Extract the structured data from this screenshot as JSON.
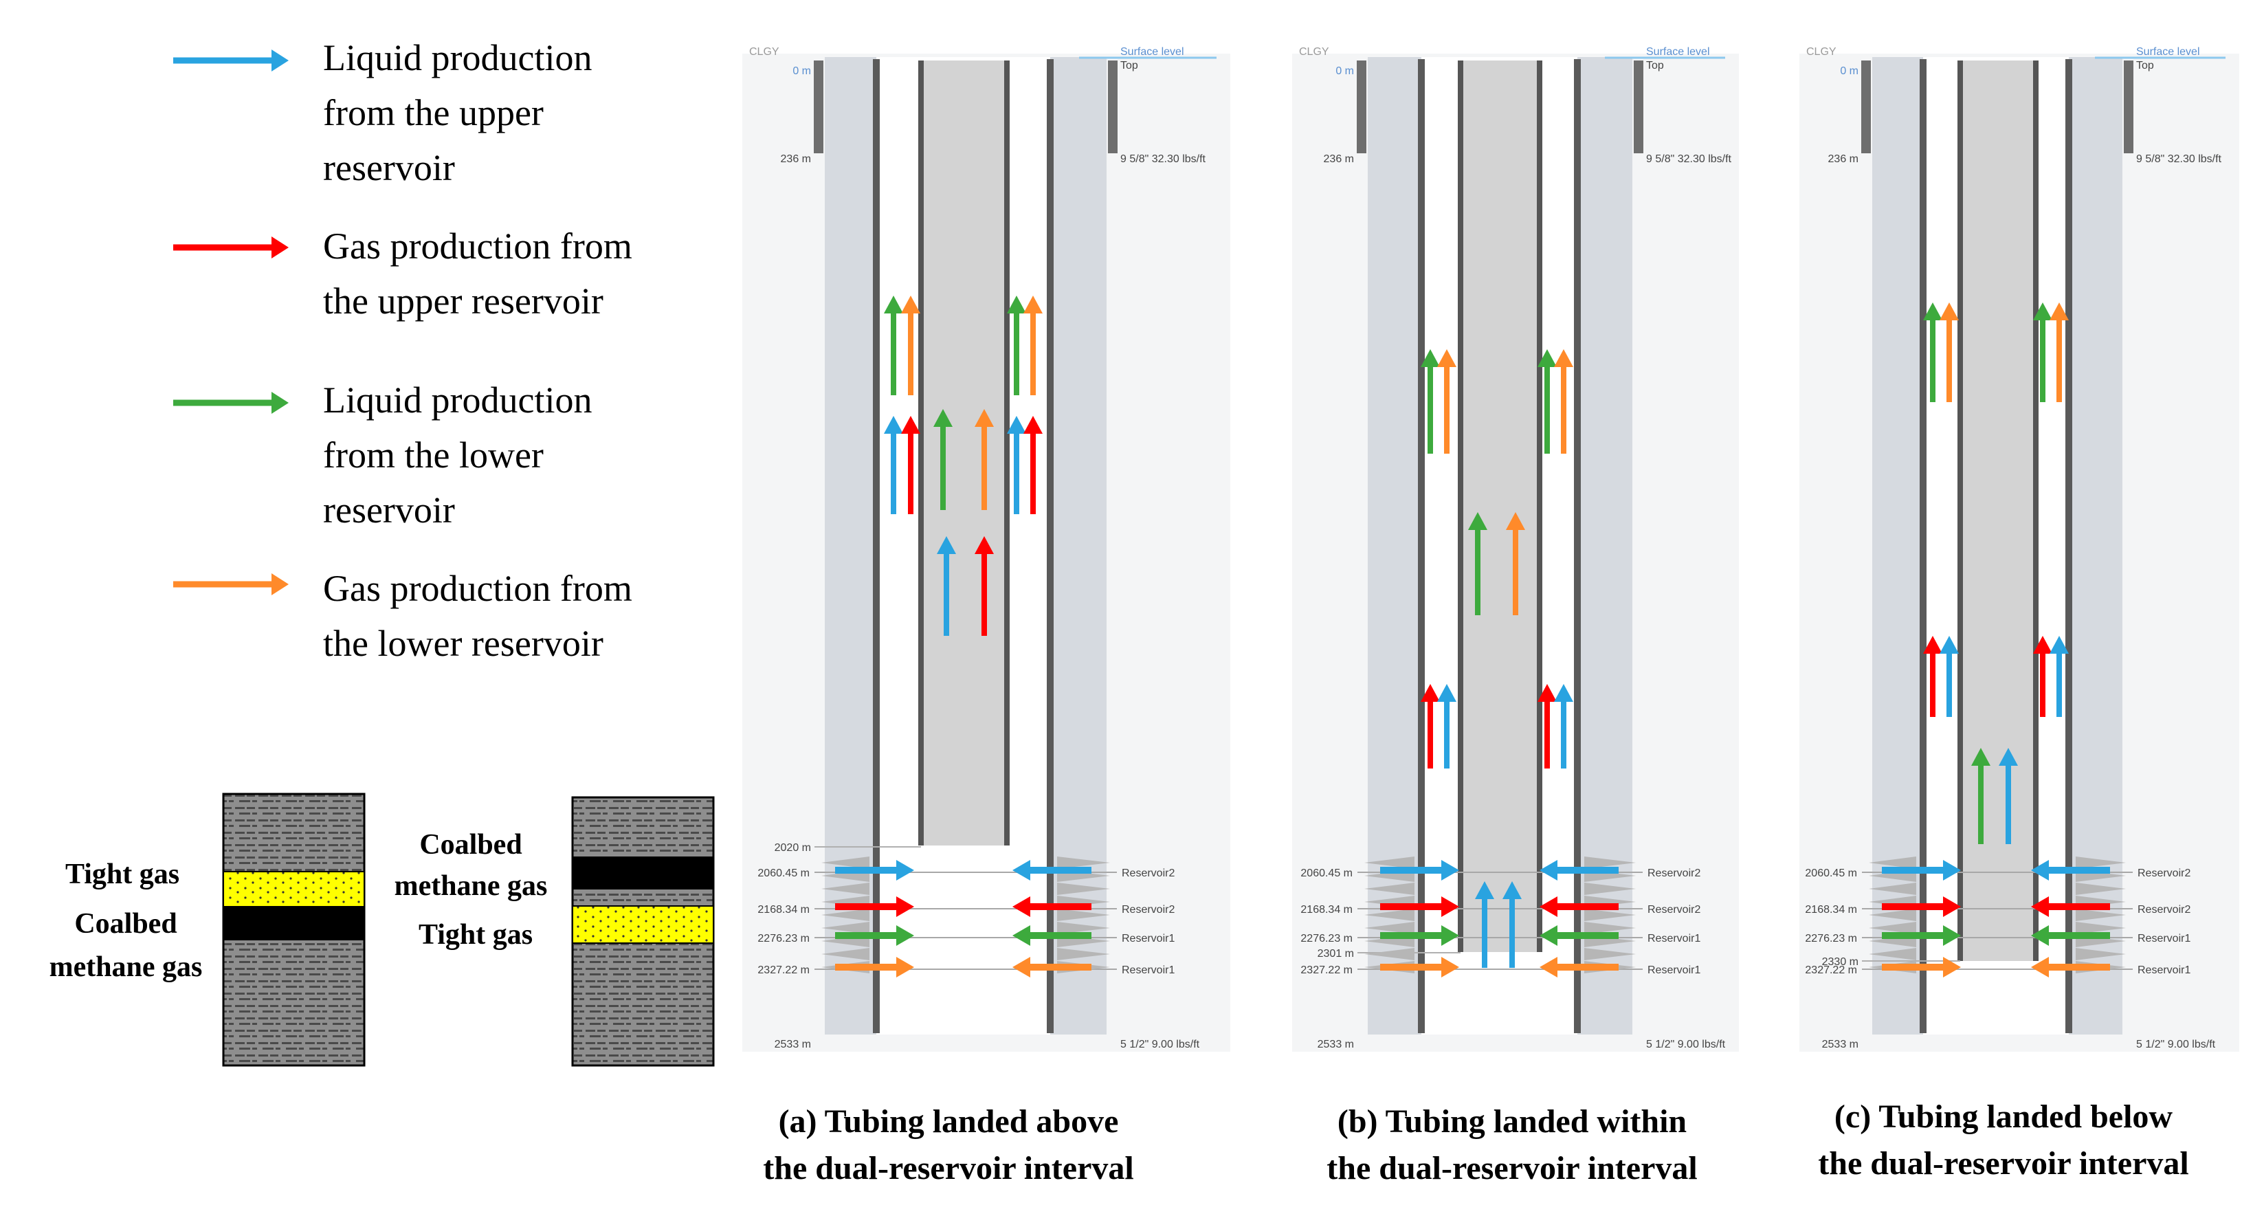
{
  "legend": {
    "items": [
      {
        "color": "#29A3E0",
        "lines": [
          "Liquid production",
          "from the upper",
          "reservoir"
        ]
      },
      {
        "color": "#FF0000",
        "lines": [
          "Gas production  from",
          "the upper reservoir"
        ]
      },
      {
        "color": "#3DAA3D",
        "lines": [
          "Liquid production",
          "from the lower",
          "reservoir"
        ]
      },
      {
        "color": "#FF8A2A",
        "lines": [
          "Gas production  from",
          "the lower reservoir"
        ]
      }
    ]
  },
  "strata": {
    "left_column": {
      "label_tight": "Tight gas",
      "label_cbm_1": "Coalbed",
      "label_cbm_2": "methane gas"
    },
    "right_column": {
      "label_cbm_1": "Coalbed",
      "label_cbm_2": "methane gas",
      "label_tight": "Tight gas"
    }
  },
  "wells": [
    {
      "caption_1": "(a) Tubing landed above",
      "caption_2": "the dual-reservoir  interval",
      "top_code": "CLGY",
      "surface_depth": "0 m",
      "surface_label": "Surface level",
      "top_label": "Top",
      "shoe_depth": "236 m",
      "casing_label": "9 5/8\" 32.30 lbs/ft",
      "tubing_end_depth": "2020 m",
      "depths": [
        "2060.45 m",
        "2168.34 m",
        "2276.23 m",
        "2327.22 m"
      ],
      "reservoir_labels": [
        "Reservoir2",
        "Reservoir2",
        "Reservoir1",
        "Reservoir1"
      ],
      "bottom_depth": "2533 m",
      "prod_casing_label": "5 1/2\" 9.00 lbs/ft"
    },
    {
      "caption_1": "(b) Tubing landed within",
      "caption_2": "the dual-reservoir  interval",
      "top_code": "CLGY",
      "surface_depth": "0 m",
      "surface_label": "Surface level",
      "top_label": "Top",
      "shoe_depth": "236 m",
      "casing_label": "9 5/8\" 32.30 lbs/ft",
      "tubing_end_depth": "2301 m",
      "depths": [
        "2060.45 m",
        "2168.34 m",
        "2276.23 m",
        "2327.22 m"
      ],
      "reservoir_labels": [
        "Reservoir2",
        "Reservoir2",
        "Reservoir1",
        "Reservoir1"
      ],
      "bottom_depth": "2533 m",
      "prod_casing_label": "5 1/2\" 9.00 lbs/ft"
    },
    {
      "caption_1": "(c) Tubing landed below",
      "caption_2": "the dual-reservoir  interval",
      "top_code": "CLGY",
      "surface_depth": "0 m",
      "surface_label": "Surface level",
      "top_label": "Top",
      "shoe_depth": "236 m",
      "casing_label": "9 5/8\" 32.30 lbs/ft",
      "tubing_end_depth": "2330 m",
      "depths": [
        "2060.45 m",
        "2168.34 m",
        "2276.23 m",
        "2327.22 m"
      ],
      "reservoir_labels": [
        "Reservoir2",
        "Reservoir2",
        "Reservoir1",
        "Reservoir1"
      ],
      "bottom_depth": "2533 m",
      "prod_casing_label": "5 1/2\" 9.00 lbs/ft"
    }
  ],
  "colors": {
    "liquid_upper": "#29A3E0",
    "gas_upper": "#FF0000",
    "liquid_lower": "#3DAA3D",
    "gas_lower": "#FF8A2A",
    "annulus": "#D6DAE0",
    "tubing_fill": "#D3D3D3",
    "tight_gas": "#FFFF00",
    "coal": "#000000",
    "rock": "#8C8C8C"
  }
}
